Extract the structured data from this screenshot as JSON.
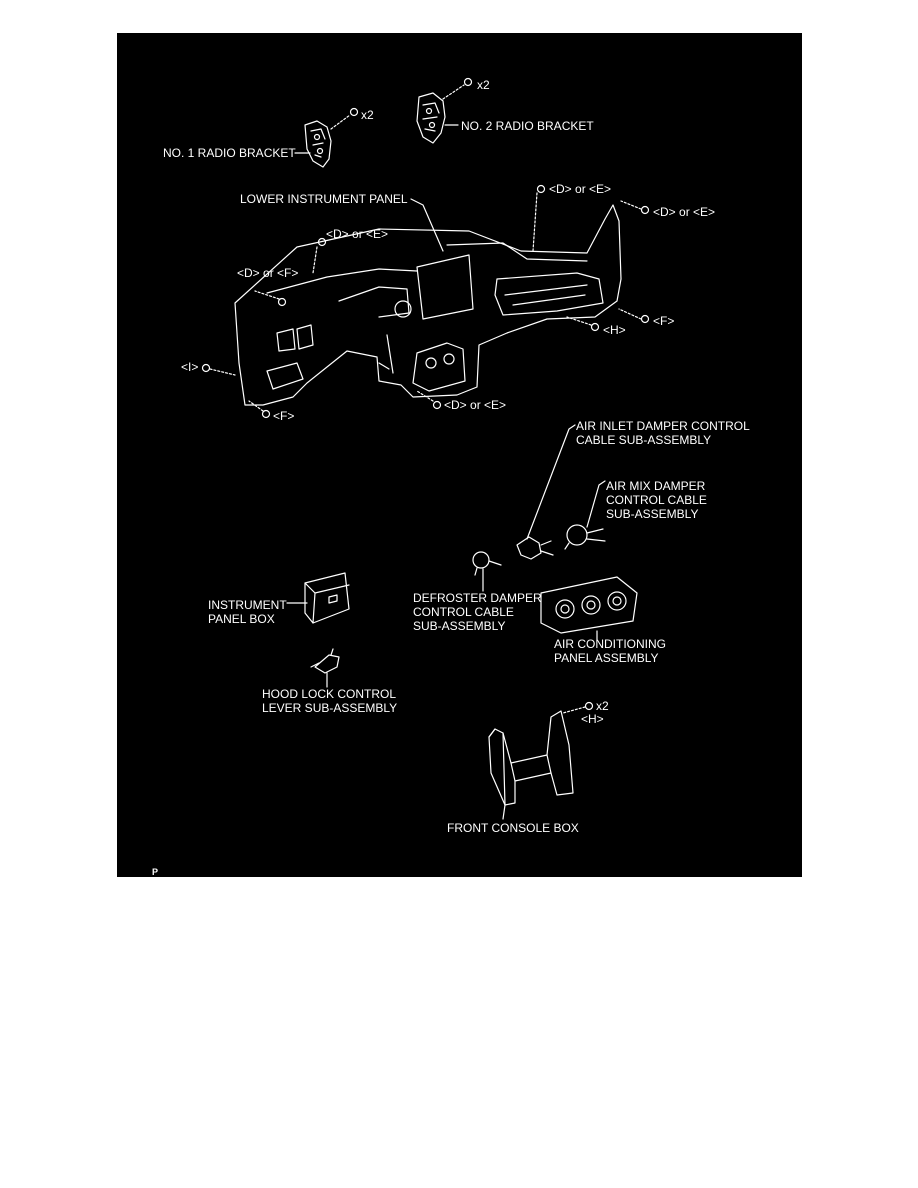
{
  "colors": {
    "background": "#000000",
    "line": "#ffffff",
    "page": "#ffffff"
  },
  "labels": {
    "radio_bracket_1": "NO. 1 RADIO BRACKET",
    "radio_bracket_2": "NO. 2 RADIO BRACKET",
    "x2_a": "x2",
    "x2_b": "x2",
    "x2_c": "x2",
    "lower_instrument_panel": "LOWER INSTRUMENT PANEL",
    "d_or_e_top_mid": "<D> or <E>",
    "d_or_e_top_right": "<D> or <E>",
    "d_or_e_left_top": "<D> or <E>",
    "d_or_f_left": "<D> or <F>",
    "d_or_e_bottom": "<D> or <E>",
    "f_right": "<F>",
    "h_mid": "<H>",
    "i_left": "<I>",
    "f_bottom_left": "<F>",
    "air_inlet": "AIR INLET DAMPER CONTROL\nCABLE SUB-ASSEMBLY",
    "air_mix": "AIR MIX DAMPER\nCONTROL CABLE\nSUB-ASSEMBLY",
    "defroster": "DEFROSTER DAMPER\nCONTROL CABLE\nSUB-ASSEMBLY",
    "instrument_panel_box": "INSTRUMENT\nPANEL BOX",
    "air_conditioning_panel": "AIR CONDITIONING\nPANEL ASSEMBLY",
    "hood_lock": "HOOD LOCK CONTROL\nLEVER SUB-ASSEMBLY",
    "h_console": "<H>",
    "front_console_box": "FRONT CONSOLE BOX",
    "corner_mark": "P"
  }
}
